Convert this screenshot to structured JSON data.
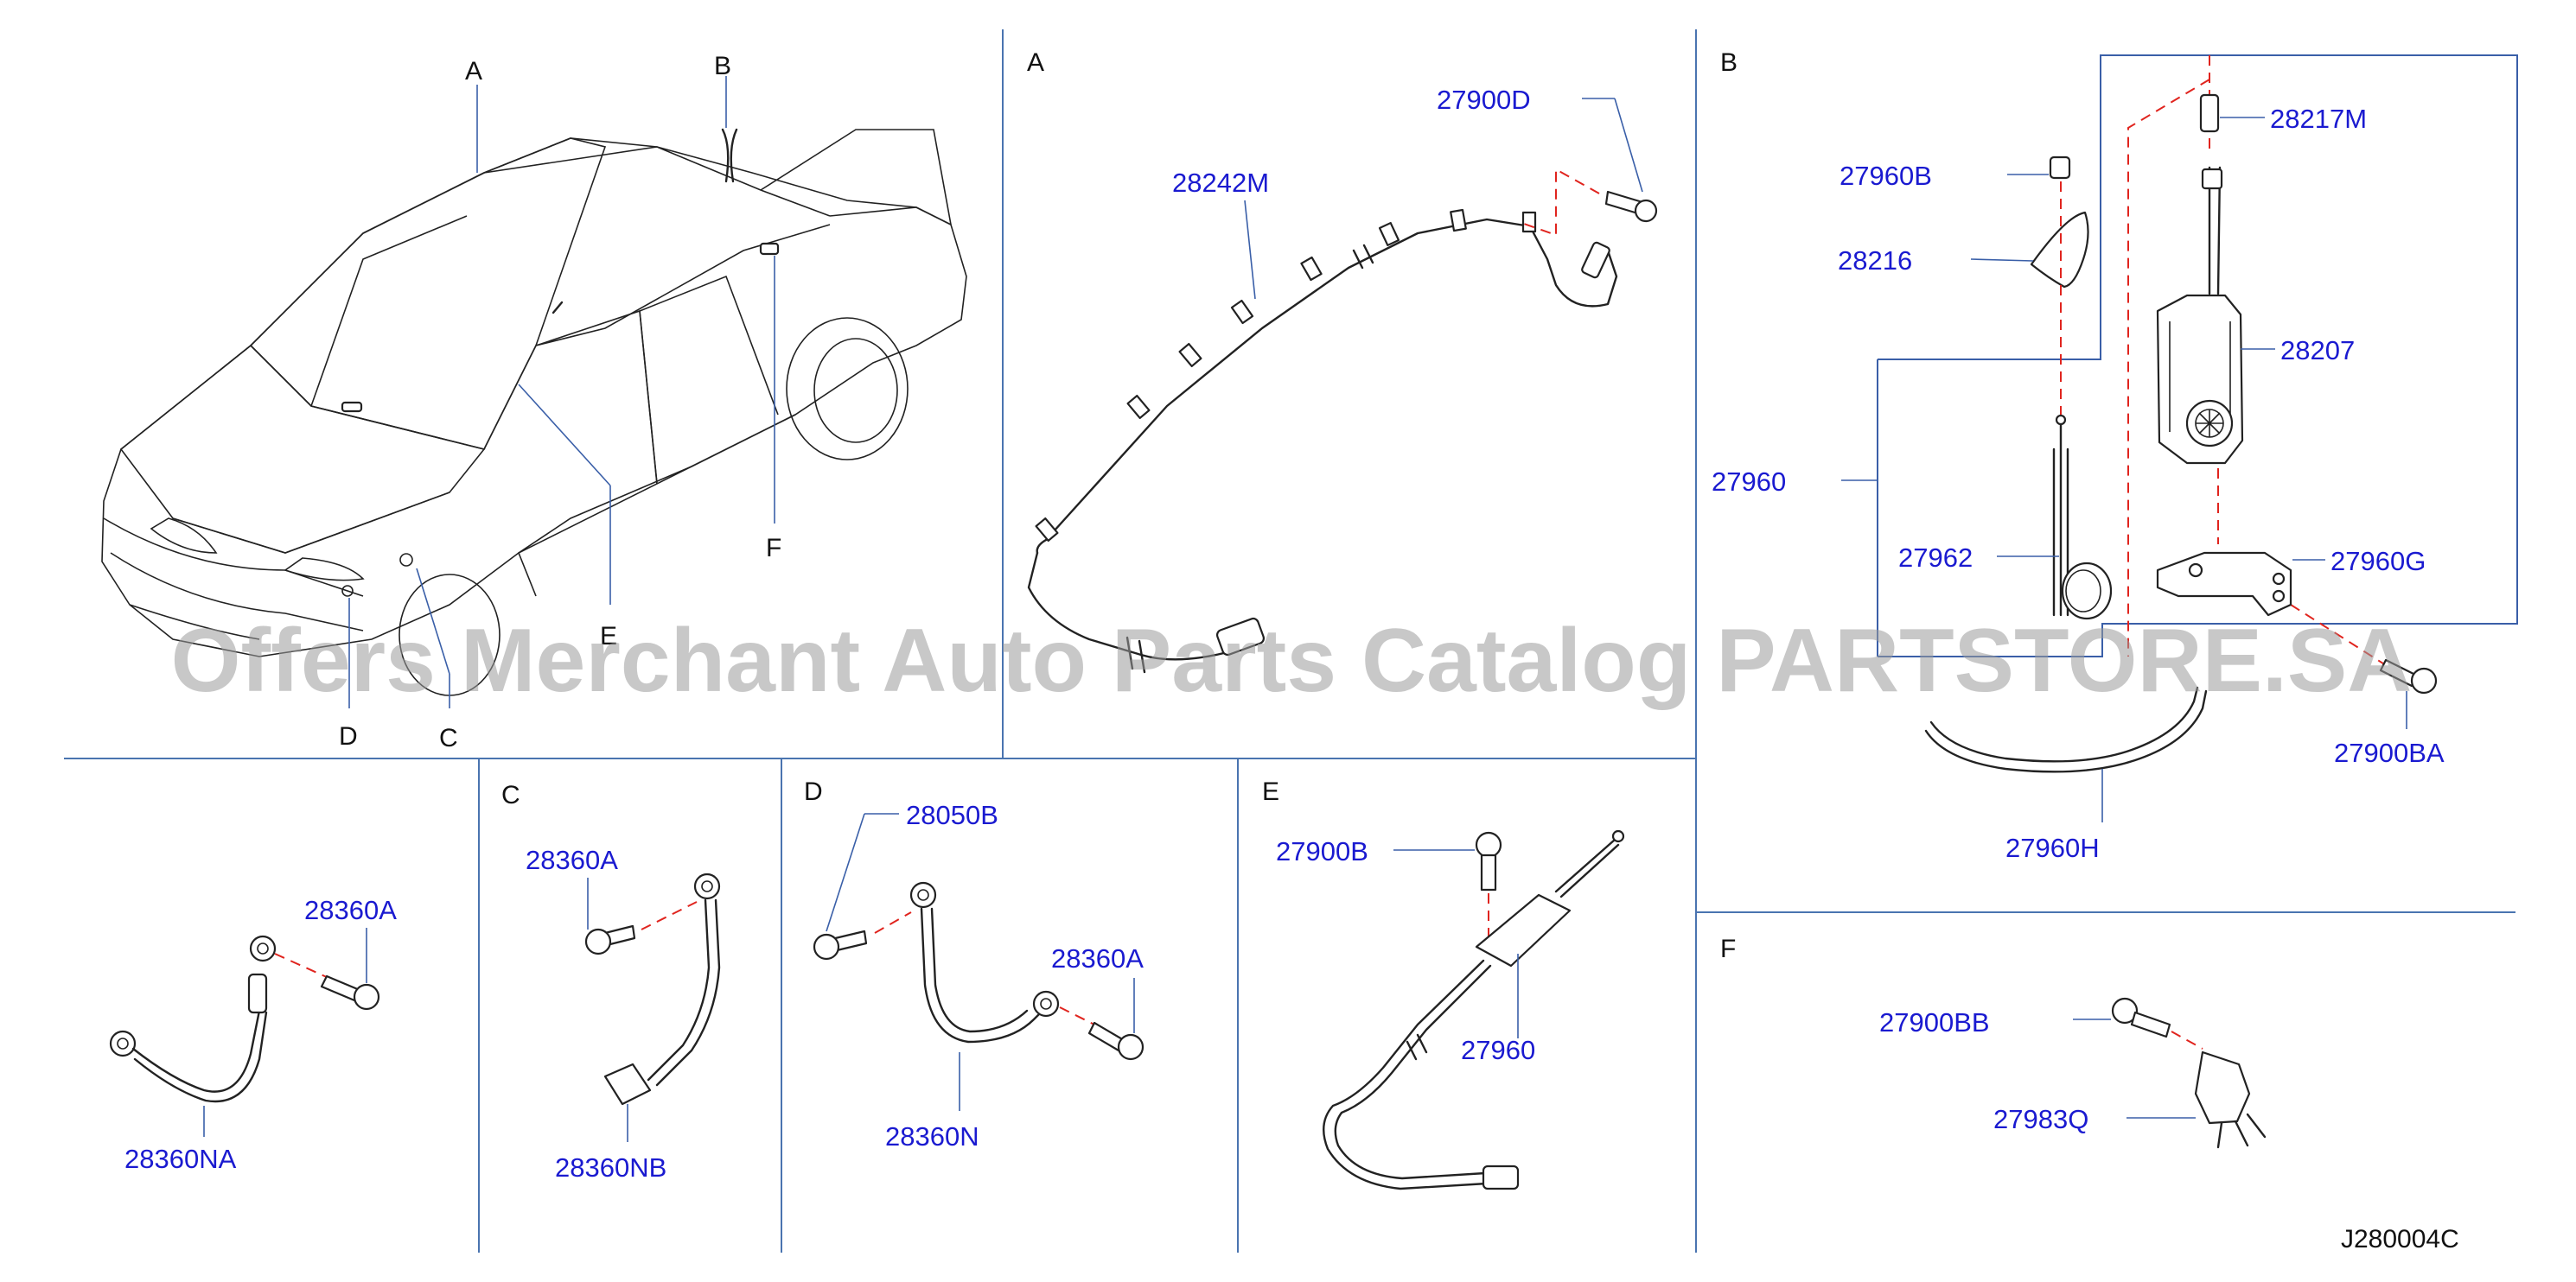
{
  "sections": [
    {
      "id": "car",
      "letters": [
        "A",
        "B",
        "F",
        "E",
        "D",
        "C"
      ]
    },
    {
      "id": "A",
      "letter": "A",
      "parts": [
        "27900D",
        "28242M"
      ]
    },
    {
      "id": "B",
      "letter": "B",
      "parts": [
        "27960B",
        "28217M",
        "28216",
        "28207",
        "27960",
        "27962",
        "27960G",
        "27900BA",
        "27960H"
      ]
    },
    {
      "id": "left",
      "parts": [
        "28360A",
        "28360NA"
      ]
    },
    {
      "id": "C",
      "letter": "C",
      "parts": [
        "28360A",
        "28360NB"
      ]
    },
    {
      "id": "D",
      "letter": "D",
      "parts": [
        "28050B",
        "28360A",
        "28360N"
      ]
    },
    {
      "id": "E",
      "letter": "E",
      "parts": [
        "27900B",
        "27960"
      ]
    },
    {
      "id": "F",
      "letter": "F",
      "parts": [
        "27900BB",
        "27983Q"
      ]
    }
  ],
  "car_callouts": {
    "A": "A",
    "B": "B",
    "F": "F",
    "E": "E",
    "D": "D",
    "C": "C"
  },
  "labels": {
    "a_27900D": "27900D",
    "a_28242M": "28242M",
    "b_27960B": "27960B",
    "b_28217M": "28217M",
    "b_28216": "28216",
    "b_28207": "28207",
    "b_27960": "27960",
    "b_27962": "27962",
    "b_27960G": "27960G",
    "b_27900BA": "27900BA",
    "b_27960H": "27960H",
    "l_28360A": "28360A",
    "l_28360NA": "28360NA",
    "c_28360A": "28360A",
    "c_28360NB": "28360NB",
    "d_28050B": "28050B",
    "d_28360A": "28360A",
    "d_28360N": "28360N",
    "e_27900B": "27900B",
    "e_27960": "27960",
    "f_27900BB": "27900BB",
    "f_27983Q": "27983Q"
  },
  "section_letters": {
    "A": "A",
    "B": "B",
    "C": "C",
    "D": "D",
    "E": "E",
    "F": "F"
  },
  "reference_code": "J280004C",
  "watermark": "Offers Merchant Auto Parts Catalog PARTSTORE.SA",
  "colors": {
    "part_label": "#1a1ad0",
    "leader": "#3a5fa8",
    "dashed_guide": "#e0241e",
    "divider": "#4a74b0"
  }
}
